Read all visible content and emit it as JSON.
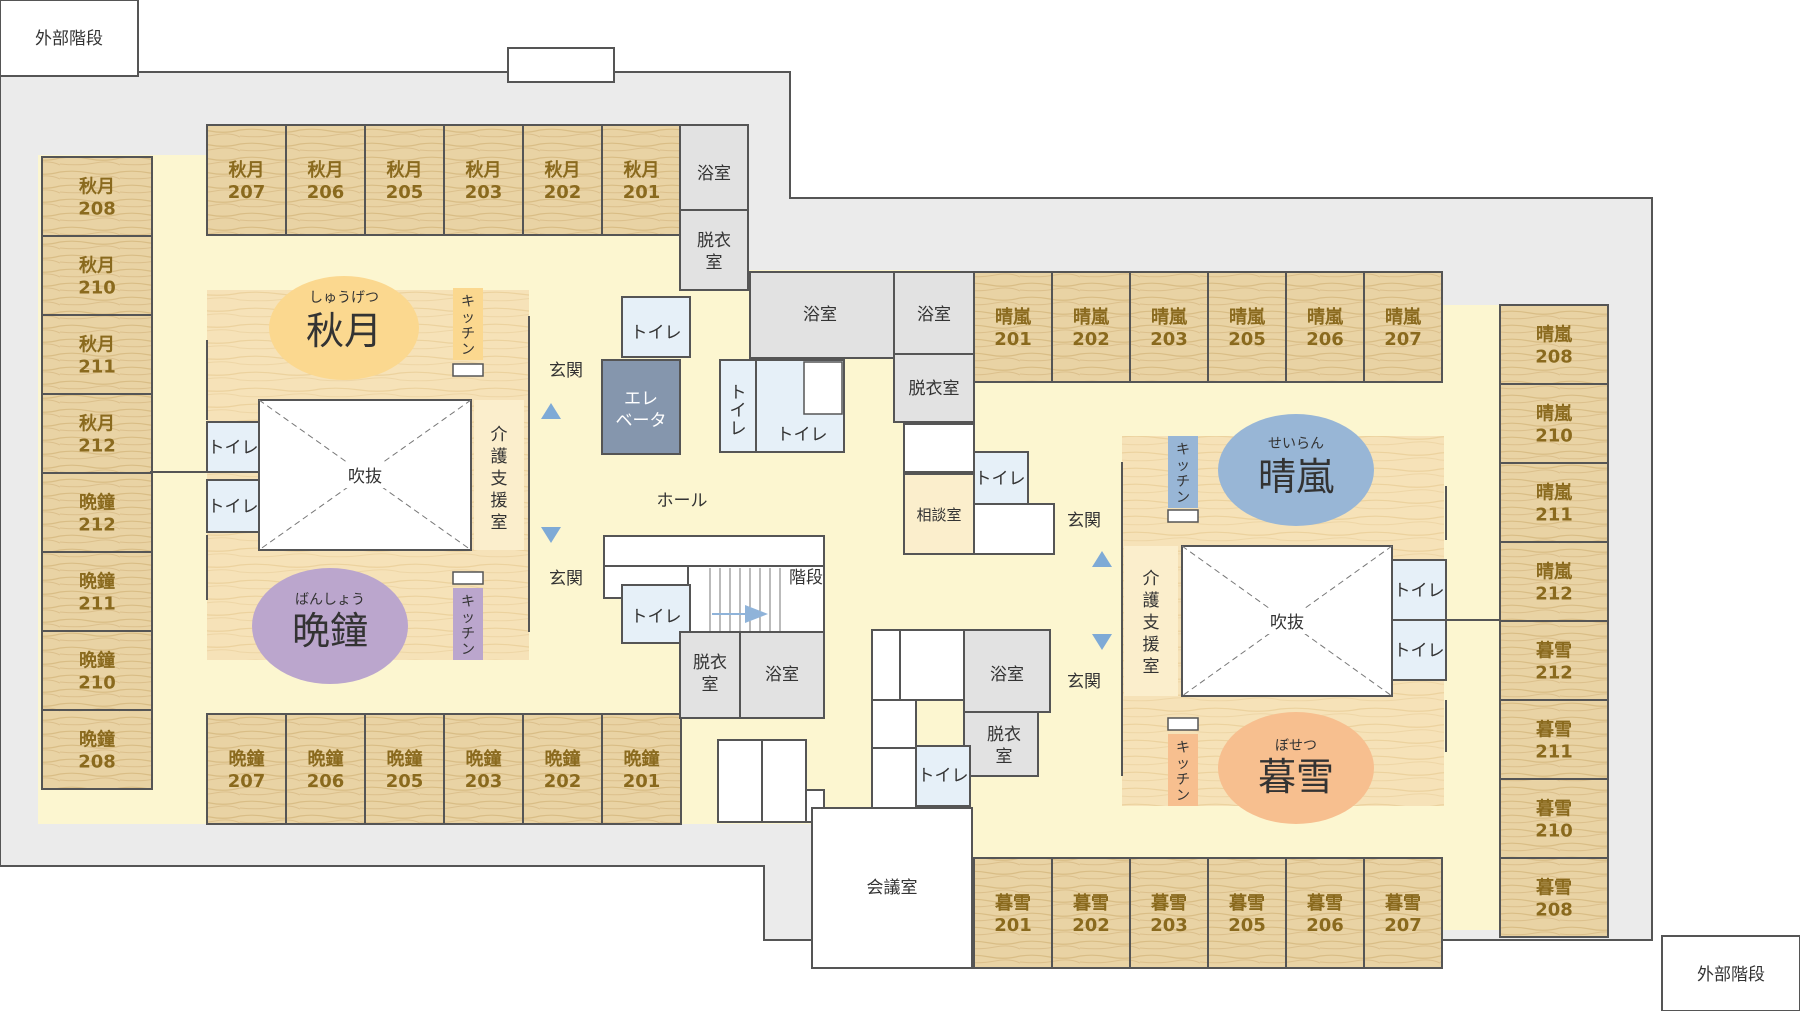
{
  "exterior_stairs_left": "外部階段",
  "exterior_stairs_right": "外部階段",
  "hall": "ホール",
  "meeting_room": "会議室",
  "consultation_room": "相談室",
  "elevator": [
    "エレ",
    "ベータ"
  ],
  "stairs": "階段",
  "entrance": "玄関",
  "bath": "浴室",
  "dressing": [
    "脱衣",
    "室"
  ],
  "toilet": "トイレ",
  "kitchen": "キッチン",
  "care_support": "介護支援室",
  "atrium": "吹抜",
  "units": {
    "shugetsu": {
      "name": "秋月",
      "ruby": "しゅうげつ",
      "color": "#fbd88f"
    },
    "bansho": {
      "name": "晩鐘",
      "ruby": "ばんしょう",
      "color": "#bba6cd"
    },
    "seiran": {
      "name": "晴嵐",
      "ruby": "せいらん",
      "color": "#98b6d6"
    },
    "bosetsu": {
      "name": "暮雪",
      "ruby": "ぼせつ",
      "color": "#f7bf8f"
    }
  },
  "rooms": {
    "shugetsu_top": [
      {
        "name": "秋月",
        "no": "207"
      },
      {
        "name": "秋月",
        "no": "206"
      },
      {
        "name": "秋月",
        "no": "205"
      },
      {
        "name": "秋月",
        "no": "203"
      },
      {
        "name": "秋月",
        "no": "202"
      },
      {
        "name": "秋月",
        "no": "201"
      }
    ],
    "left_column": [
      {
        "name": "秋月",
        "no": "208"
      },
      {
        "name": "秋月",
        "no": "210"
      },
      {
        "name": "秋月",
        "no": "211"
      },
      {
        "name": "秋月",
        "no": "212"
      },
      {
        "name": "晩鐘",
        "no": "212"
      },
      {
        "name": "晩鐘",
        "no": "211"
      },
      {
        "name": "晩鐘",
        "no": "210"
      },
      {
        "name": "晩鐘",
        "no": "208"
      }
    ],
    "bansho_bottom": [
      {
        "name": "晩鐘",
        "no": "207"
      },
      {
        "name": "晩鐘",
        "no": "206"
      },
      {
        "name": "晩鐘",
        "no": "205"
      },
      {
        "name": "晩鐘",
        "no": "203"
      },
      {
        "name": "晩鐘",
        "no": "202"
      },
      {
        "name": "晩鐘",
        "no": "201"
      }
    ],
    "seiran_top": [
      {
        "name": "晴嵐",
        "no": "201"
      },
      {
        "name": "晴嵐",
        "no": "202"
      },
      {
        "name": "晴嵐",
        "no": "203"
      },
      {
        "name": "晴嵐",
        "no": "205"
      },
      {
        "name": "晴嵐",
        "no": "206"
      },
      {
        "name": "晴嵐",
        "no": "207"
      }
    ],
    "right_column": [
      {
        "name": "晴嵐",
        "no": "208"
      },
      {
        "name": "晴嵐",
        "no": "210"
      },
      {
        "name": "晴嵐",
        "no": "211"
      },
      {
        "name": "晴嵐",
        "no": "212"
      },
      {
        "name": "暮雪",
        "no": "212"
      },
      {
        "name": "暮雪",
        "no": "211"
      },
      {
        "name": "暮雪",
        "no": "210"
      },
      {
        "name": "暮雪",
        "no": "208"
      }
    ],
    "bosetsu_bottom": [
      {
        "name": "暮雪",
        "no": "201"
      },
      {
        "name": "暮雪",
        "no": "202"
      },
      {
        "name": "暮雪",
        "no": "203"
      },
      {
        "name": "暮雪",
        "no": "205"
      },
      {
        "name": "暮雪",
        "no": "206"
      },
      {
        "name": "暮雪",
        "no": "207"
      }
    ]
  }
}
